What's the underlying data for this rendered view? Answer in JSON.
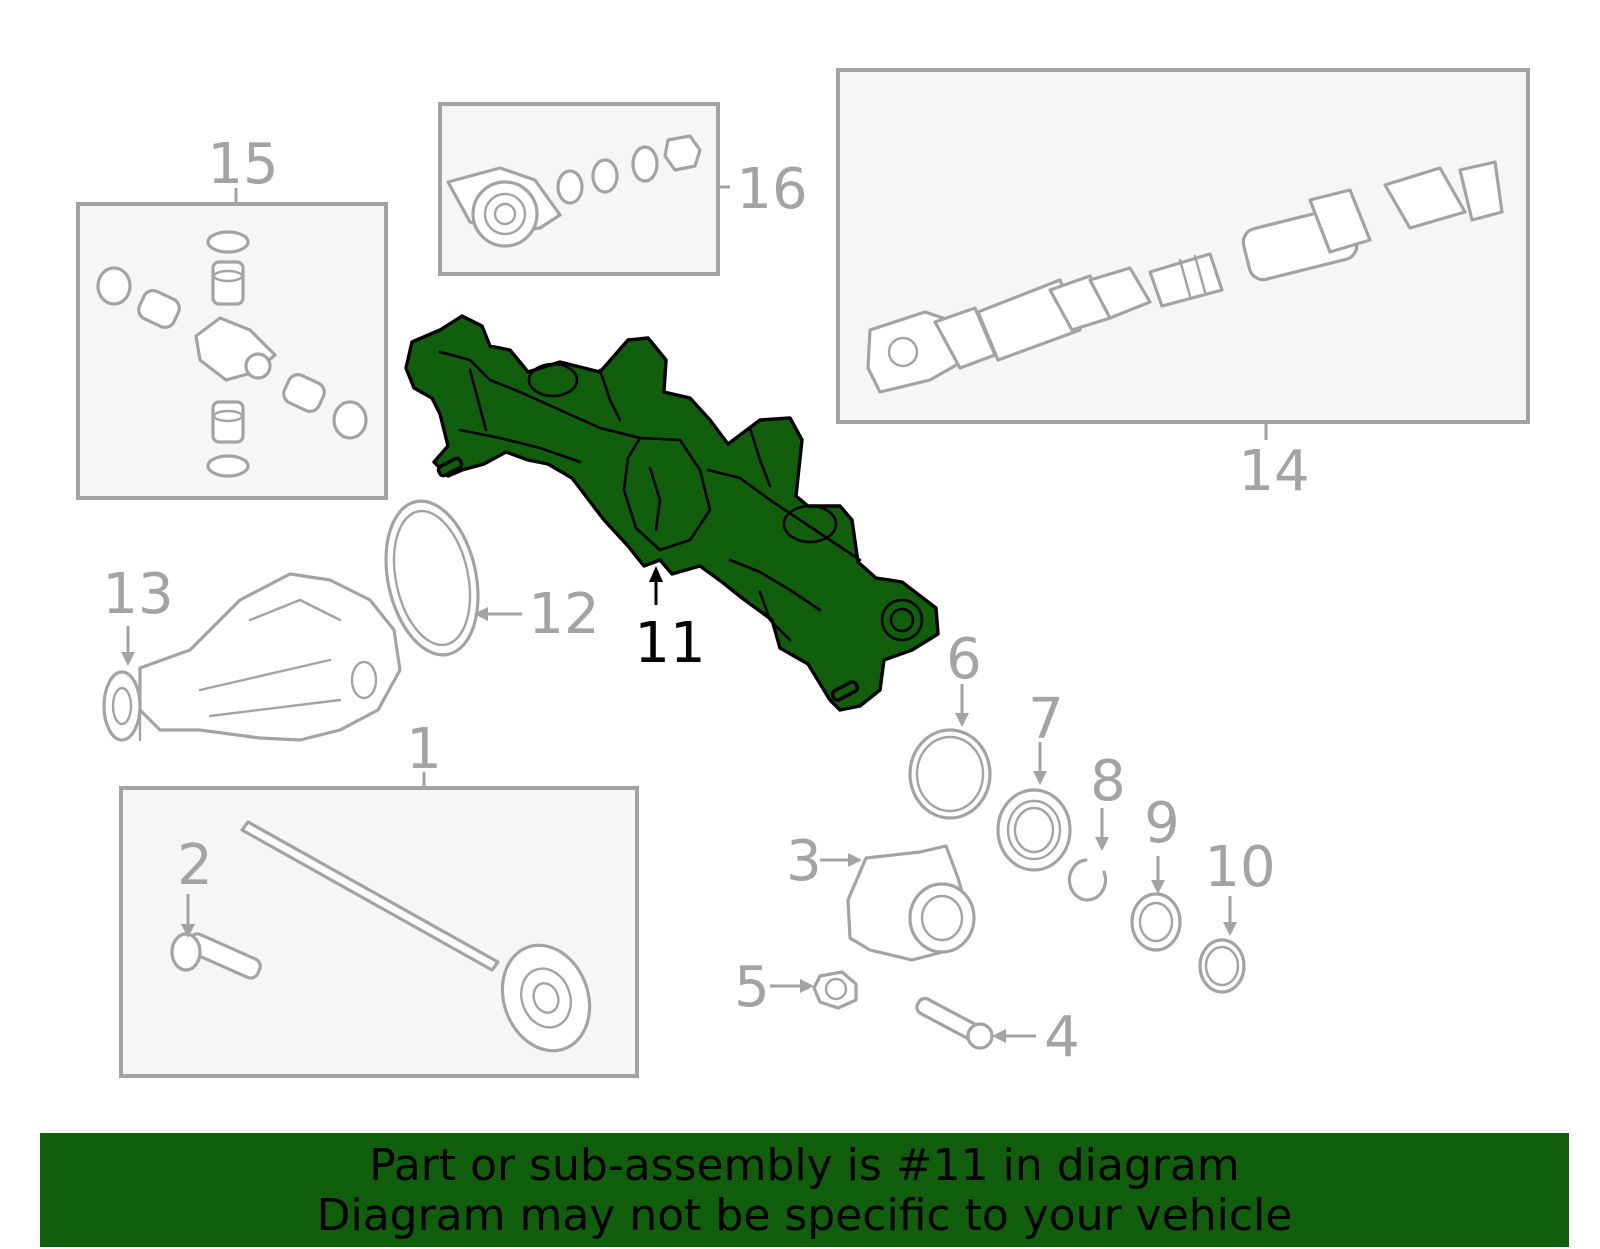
{
  "callouts": {
    "c1": "1",
    "c2": "2",
    "c3": "3",
    "c4": "4",
    "c5": "5",
    "c6": "6",
    "c7": "7",
    "c8": "8",
    "c9": "9",
    "c10": "10",
    "c11": "11",
    "c12": "12",
    "c13": "13",
    "c14": "14",
    "c15": "15",
    "c16": "16"
  },
  "highlighted_part": "11",
  "colors": {
    "highlight": "#115e0d",
    "line_art": "#a3a3a3",
    "box_fill": "#f6f6f6"
  },
  "banner": {
    "line1": "Part or sub-assembly is #11 in diagram",
    "line2": "Diagram may not be specific to your vehicle"
  }
}
